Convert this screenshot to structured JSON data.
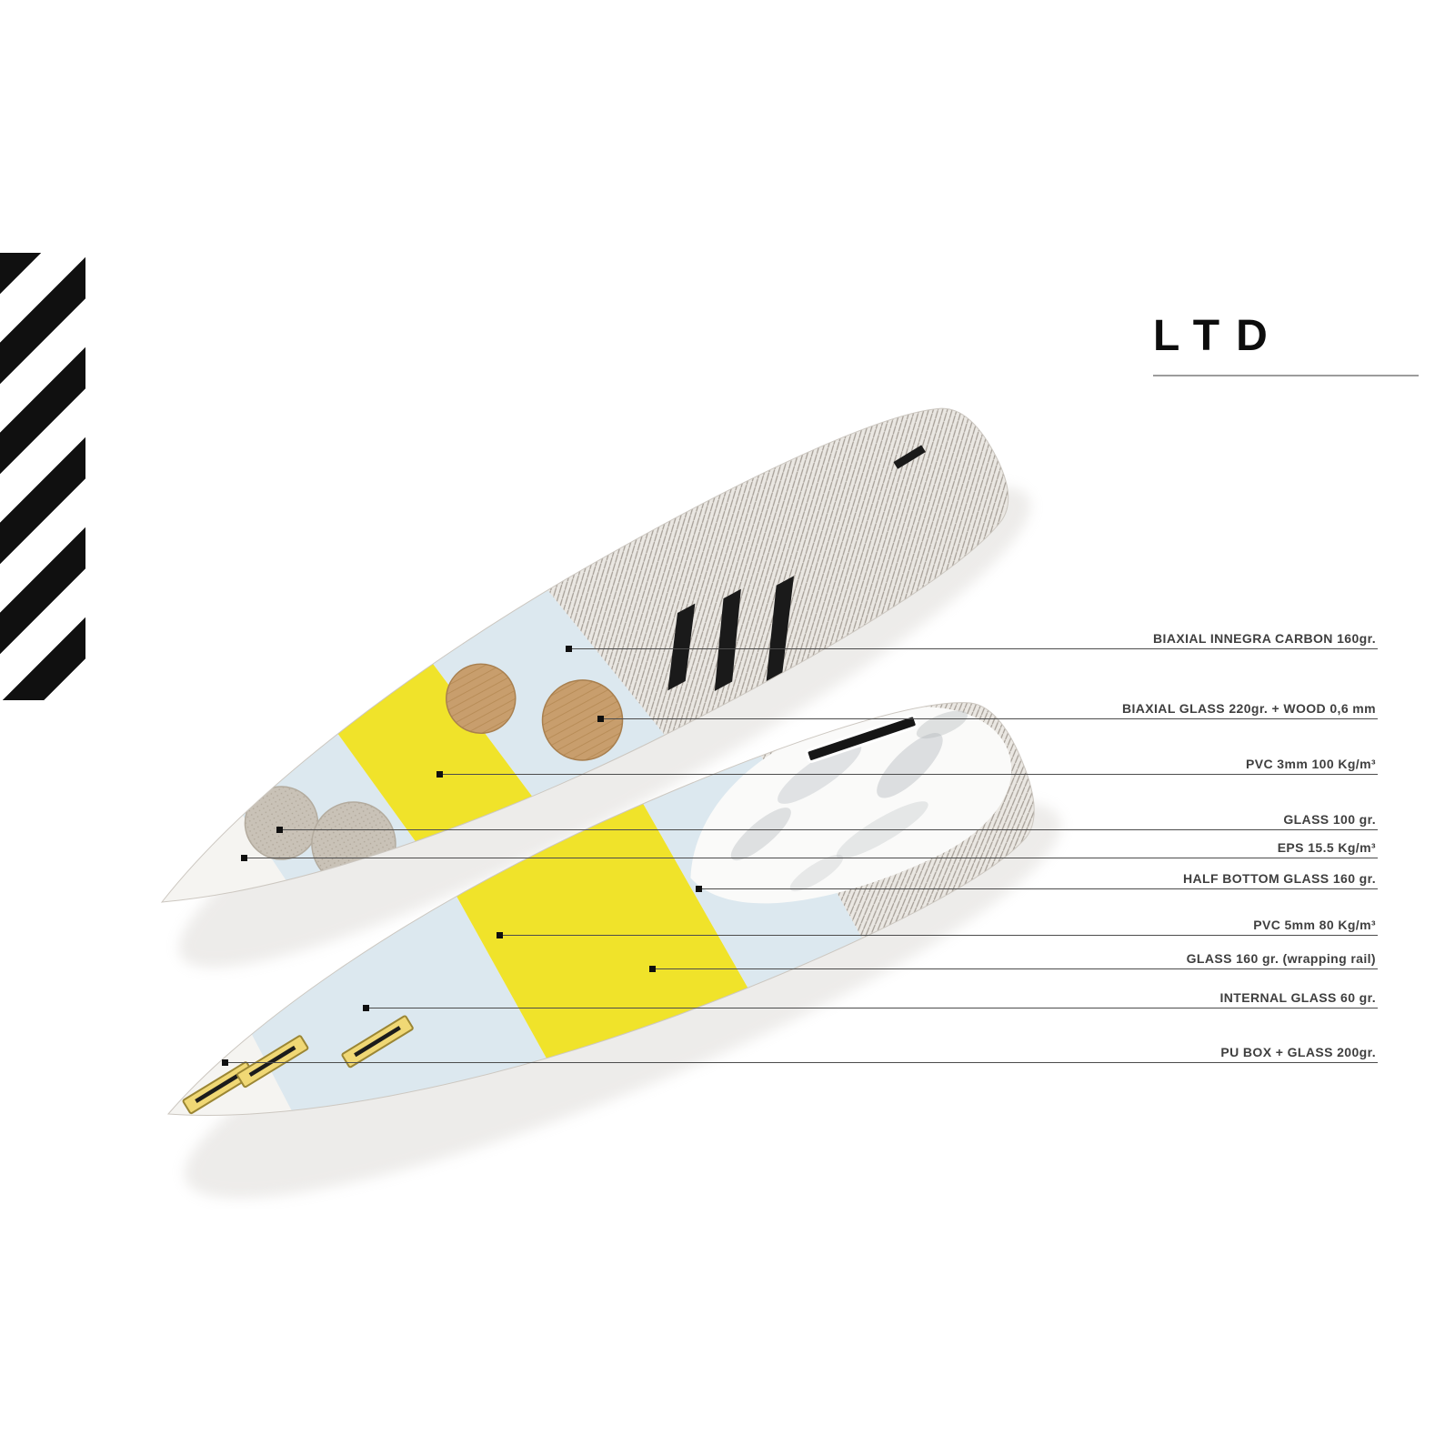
{
  "title": {
    "text": "LTD"
  },
  "callouts": [
    {
      "label": "BIAXIAL INNEGRA CARBON 160gr."
    },
    {
      "label": "BIAXIAL GLASS 220gr. + WOOD 0,6 mm"
    },
    {
      "label": "PVC 3mm 100 Kg/m³"
    },
    {
      "label": "GLASS 100 gr."
    },
    {
      "label": "EPS 15.5 Kg/m³"
    },
    {
      "label": "HALF BOTTOM GLASS 160 gr."
    },
    {
      "label": "PVC 5mm 80 Kg/m³"
    },
    {
      "label": "GLASS 160 gr. (wrapping rail)"
    },
    {
      "label": "INTERNAL GLASS 60 gr."
    },
    {
      "label": "PU BOX + GLASS 200gr."
    }
  ],
  "colors": {
    "stripe_black": "#101010",
    "label_text": "#3f3f3f",
    "leader_line": "#4c4c4c",
    "pvc_yellow": "#f0e32a",
    "pale_blue": "#dce8ef",
    "foam_white": "#f5f4f1",
    "carbon_base": "#eae7e2",
    "carbon_line": "#a59e96",
    "wood_brown": "#c89e6d",
    "glass_patch_gray": "#c9c2b7",
    "finbox_gold": "#f0d875",
    "logo_black": "#1a1a1a"
  }
}
